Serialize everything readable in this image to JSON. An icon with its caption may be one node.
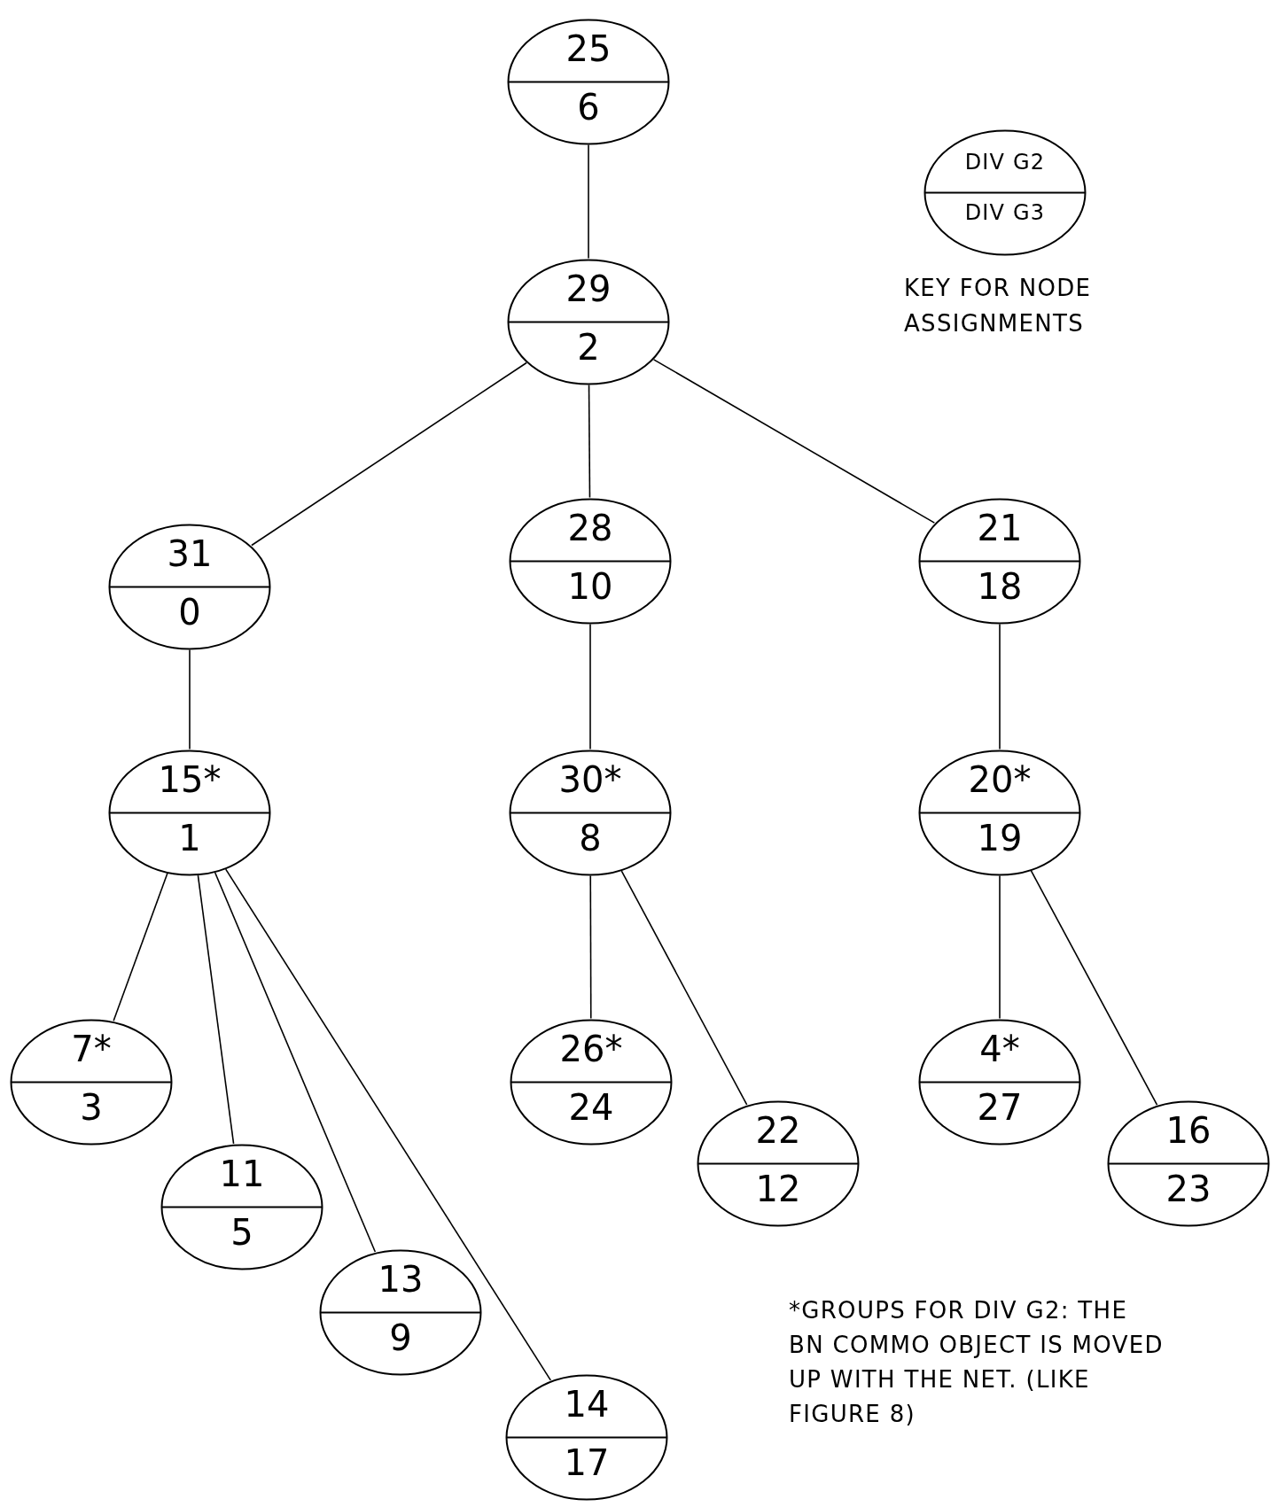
{
  "diagram": {
    "nodes": [
      {
        "text": [
          "25",
          "6"
        ]
      },
      {
        "text": [
          "29",
          "2"
        ]
      },
      {
        "text": [
          "31",
          "0"
        ]
      },
      {
        "text": [
          "28",
          "10"
        ]
      },
      {
        "text": [
          "21",
          "18"
        ]
      },
      {
        "text": [
          "15*",
          "1"
        ]
      },
      {
        "text": [
          "30*",
          "8"
        ]
      },
      {
        "text": [
          "20*",
          "19"
        ]
      },
      {
        "text": [
          "7*",
          "3"
        ]
      },
      {
        "text": [
          "11",
          "5"
        ]
      },
      {
        "text": [
          "13",
          "9"
        ]
      },
      {
        "text": [
          "14",
          "17"
        ]
      },
      {
        "text": [
          "26*",
          "24"
        ]
      },
      {
        "text": [
          "22",
          "12"
        ]
      },
      {
        "text": [
          "4*",
          "27"
        ]
      },
      {
        "text": [
          "16",
          "23"
        ]
      },
      {
        "text": [
          "DIV G2",
          "DIV G3"
        ],
        "beside": [
          "KEY FOR NODE ASSIGNMENTS"
        ]
      }
    ],
    "edges": [
      {
        "from": 0,
        "to": 1,
        "arrow": "none"
      },
      {
        "from": 1,
        "to": 2,
        "arrow": "none"
      },
      {
        "from": 1,
        "to": 3,
        "arrow": "none"
      },
      {
        "from": 1,
        "to": 4,
        "arrow": "none"
      },
      {
        "from": 2,
        "to": 5,
        "arrow": "none"
      },
      {
        "from": 3,
        "to": 6,
        "arrow": "none"
      },
      {
        "from": 4,
        "to": 7,
        "arrow": "none"
      },
      {
        "from": 5,
        "to": 8,
        "arrow": "none"
      },
      {
        "from": 5,
        "to": 9,
        "arrow": "none"
      },
      {
        "from": 5,
        "to": 10,
        "arrow": "none"
      },
      {
        "from": 5,
        "to": 11,
        "arrow": "none"
      },
      {
        "from": 6,
        "to": 12,
        "arrow": "none"
      },
      {
        "from": 6,
        "to": 13,
        "arrow": "none"
      },
      {
        "from": 7,
        "to": 14,
        "arrow": "none"
      },
      {
        "from": 7,
        "to": 15,
        "arrow": "none"
      }
    ],
    "labels": [
      "*GROUPS FOR DIV G2: THE BN COMMO OBJECT IS MOVED UP WITH THE NET. (LIKE FIGURE 8)"
    ]
  }
}
